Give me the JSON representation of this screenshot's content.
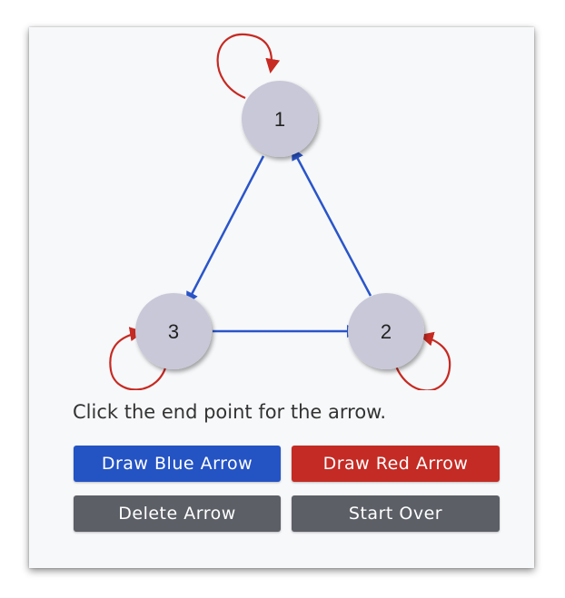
{
  "graph": {
    "nodes": [
      {
        "id": "1",
        "label": "1"
      },
      {
        "id": "2",
        "label": "2"
      },
      {
        "id": "3",
        "label": "3"
      }
    ],
    "arrows": [
      {
        "from": "1",
        "to": "3",
        "color": "blue"
      },
      {
        "from": "3",
        "to": "2",
        "color": "blue"
      },
      {
        "from": "2",
        "to": "1",
        "color": "blue"
      },
      {
        "from": "1",
        "to": "1",
        "color": "red"
      },
      {
        "from": "2",
        "to": "2",
        "color": "red"
      },
      {
        "from": "3",
        "to": "3",
        "color": "red"
      }
    ]
  },
  "status": {
    "message": "Click the end point for the arrow."
  },
  "buttons": {
    "draw_blue": "Draw Blue Arrow",
    "draw_red": "Draw Red Arrow",
    "delete": "Delete Arrow",
    "start_over": "Start Over"
  },
  "colors": {
    "blue_arrow": "#2a55c9",
    "red_arrow": "#c62a22",
    "node_fill": "#c9c8d8",
    "blue_button": "#2453c4",
    "red_button": "#c42b24",
    "gray_button": "#5c5f66"
  }
}
